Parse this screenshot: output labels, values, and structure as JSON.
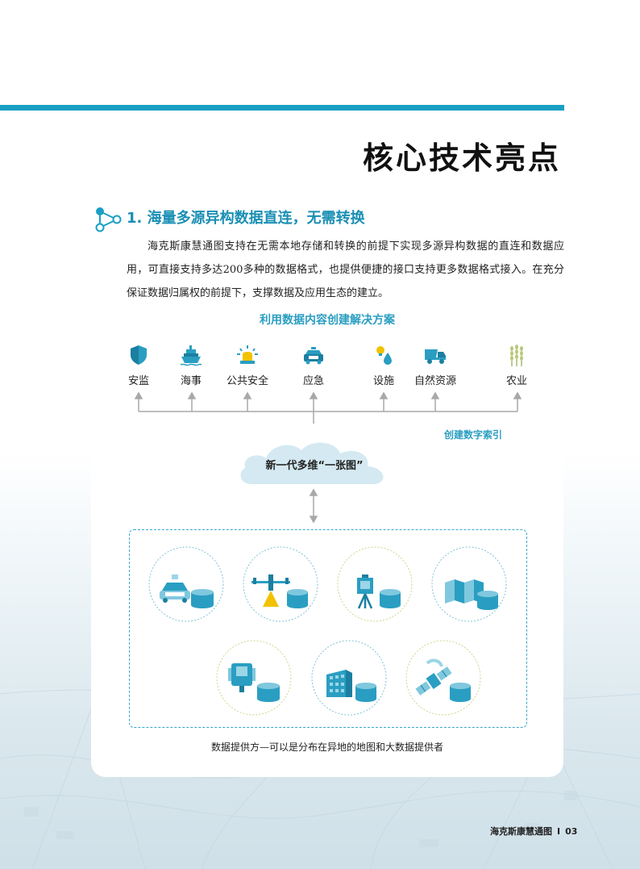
{
  "page_title": "核心技术亮点",
  "section": {
    "number_title": "1. 海量多源异构数据直连，无需转换",
    "paragraph": "海克斯康慧通图支持在无需本地存储和转换的前提下实现多源异构数据的直连和数据应用，可直接支持多达200多种的数据格式，也提供便捷的接口支持更多数据格式接入。在充分保证数据归属权的前提下，支撑数据及应用生态的建立。"
  },
  "diagram": {
    "title": "利用数据内容创建解决方案",
    "categories": [
      {
        "label": "安监",
        "icon": "shield-icon"
      },
      {
        "label": "海事",
        "icon": "ship-icon"
      },
      {
        "label": "公共安全",
        "icon": "police-light-icon"
      },
      {
        "label": "应急",
        "icon": "emergency-vehicle-icon"
      },
      {
        "label": "设施",
        "icon": "utility-drop-icon"
      },
      {
        "label": "自然资源",
        "icon": "mining-truck-icon"
      },
      {
        "label": "农业",
        "icon": "wheat-icon"
      }
    ],
    "index_label": "创建数字索引",
    "cloud_label": "新一代多维“一张图”",
    "providers": [
      {
        "icon": "mobile-mapping-car-icon"
      },
      {
        "icon": "survey-drone-icon"
      },
      {
        "icon": "laser-scanner-icon"
      },
      {
        "icon": "folded-map-icon"
      },
      {
        "icon": "aerial-camera-icon"
      },
      {
        "icon": "building-icon"
      },
      {
        "icon": "satellite-icon"
      }
    ],
    "caption": "数据提供方—可以是分布在异地的地图和大数据提供者"
  },
  "footer": {
    "brand": "海克斯康慧通图",
    "separator": "I",
    "page_number": "03"
  },
  "colors": {
    "accent": "#1a9fc3",
    "icon_blue": "#2a9ec2",
    "cloud": "#d4e9f2",
    "arrow_gray": "#a8a8a8"
  }
}
